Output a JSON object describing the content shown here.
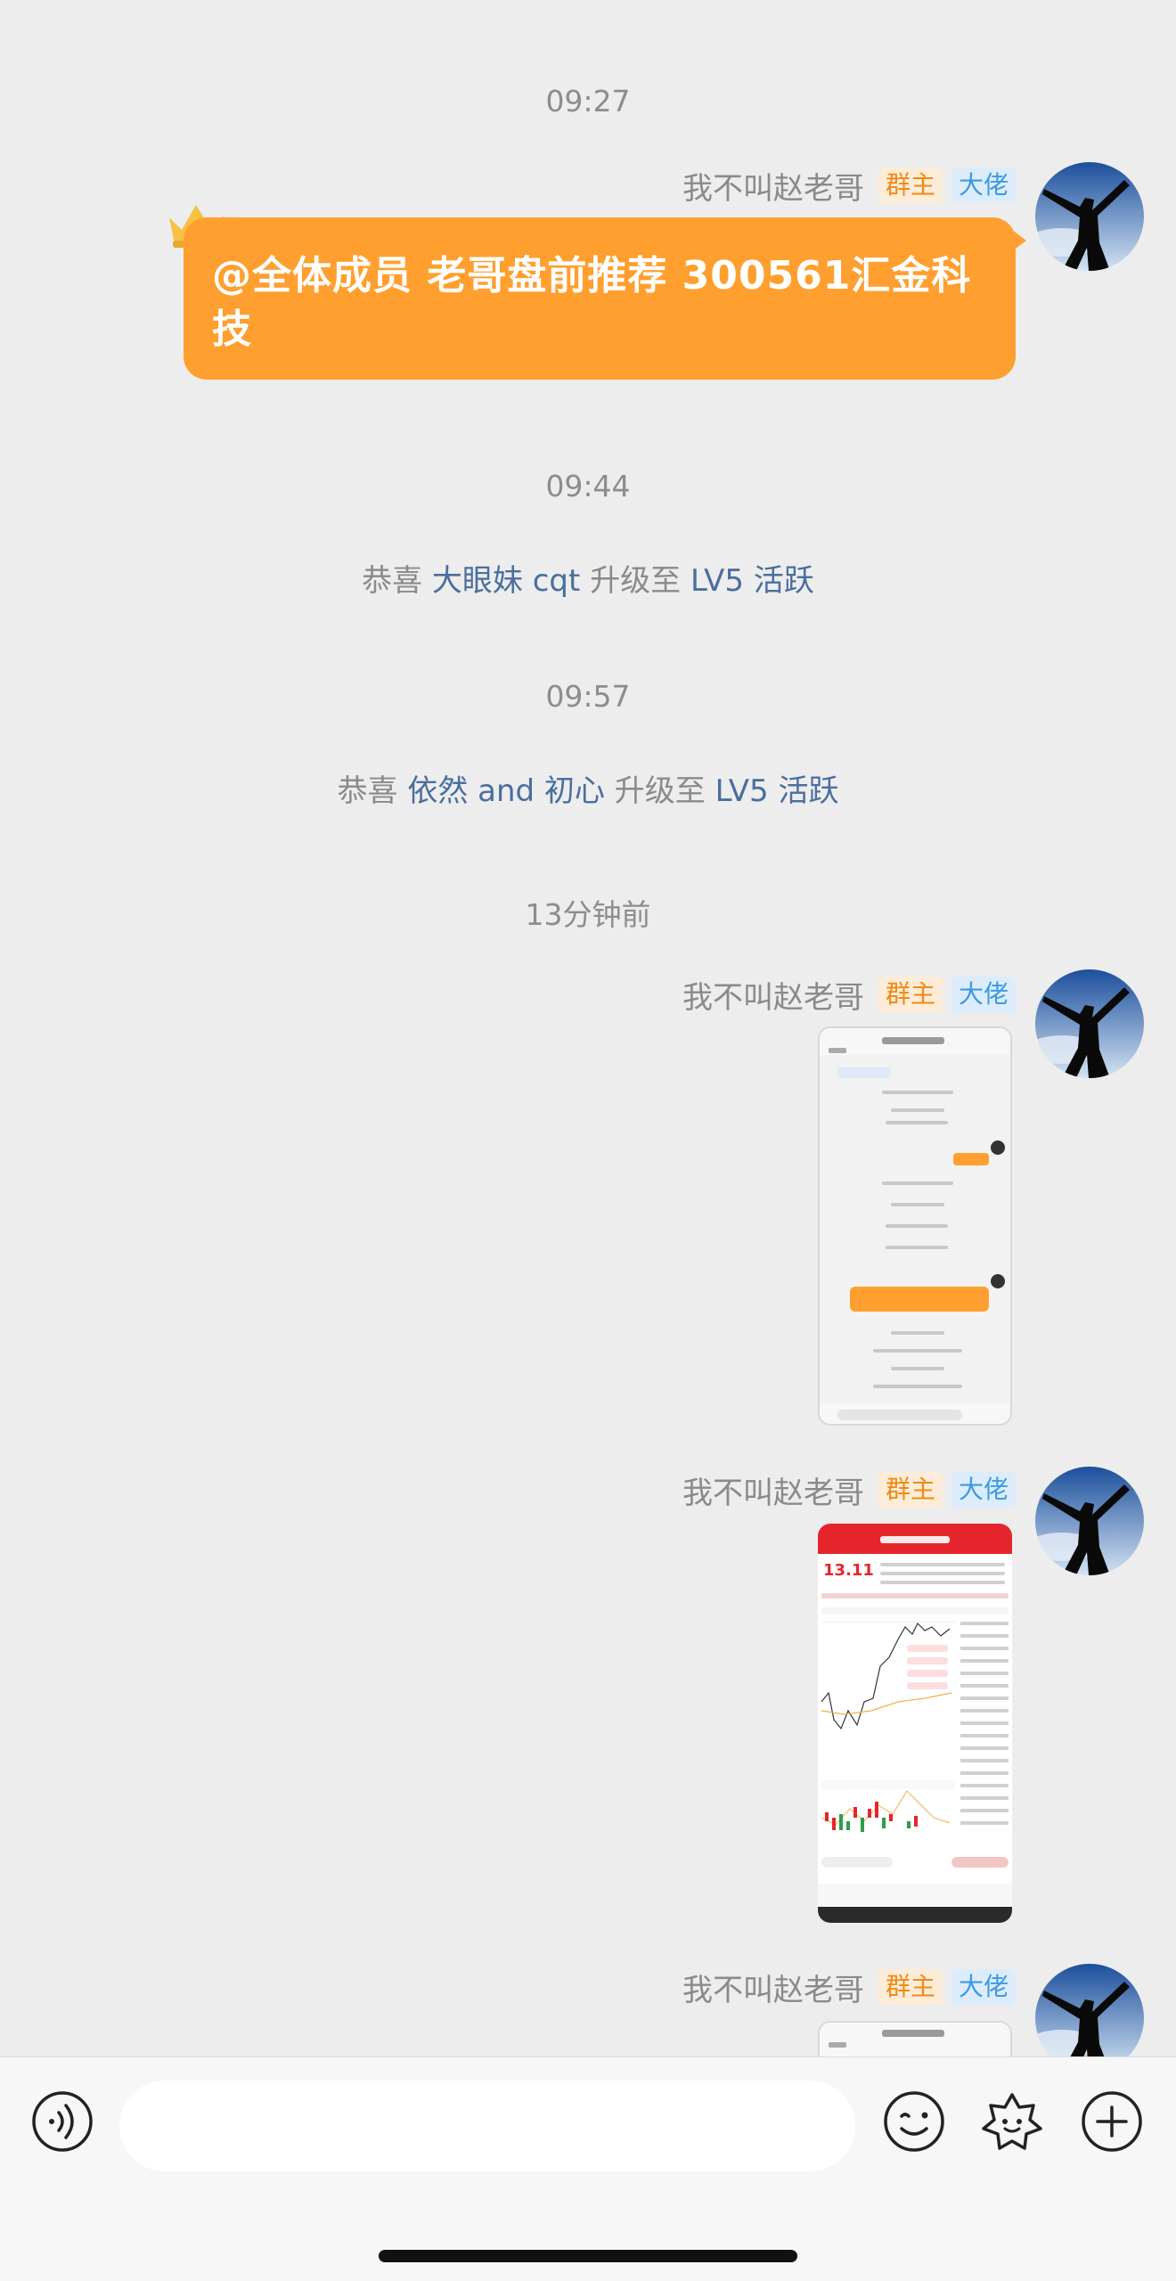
{
  "times": [
    "09:27",
    "09:44",
    "09:57",
    "13分钟前"
  ],
  "sender": {
    "nickname": "我不叫赵老哥",
    "badge_owner": "群主",
    "badge_boss": "大佬"
  },
  "message": {
    "text": "@全体成员 老哥盘前推荐 300561汇金科技"
  },
  "system": [
    {
      "prefix": "恭喜",
      "user": "大眼妹 cqt",
      "mid": "升级至",
      "level": "LV5 活跃"
    },
    {
      "prefix": "恭喜",
      "user": "依然 and 初心",
      "mid": "升级至",
      "level": "LV5 活跃"
    }
  ],
  "screenshot2": {
    "price": "13.11",
    "title": "华泰创业"
  },
  "colors": {
    "background": "#ededed",
    "bubble": "#ff9f2f",
    "owner_badge_text": "#ef8a14",
    "boss_badge_text": "#3c9ae4",
    "system_highlight": "#4a6e9e"
  },
  "icons": [
    "voice-icon",
    "emoji-icon",
    "sticker-icon",
    "plus-icon",
    "crown-icon"
  ]
}
